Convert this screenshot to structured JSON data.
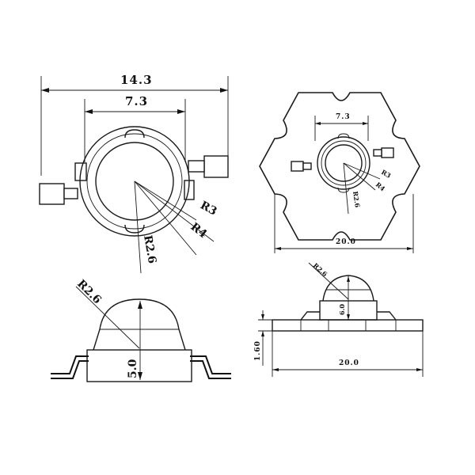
{
  "top_left_view": {
    "overall_width": "14.3",
    "inner_width": "7.3",
    "radius_outer": "R3",
    "radius_mid": "R4",
    "radius_lens": "R2.6"
  },
  "top_right_view": {
    "inner_width": "7.3",
    "radius_outer": "R3",
    "radius_mid": "R4",
    "radius_lens": "R2.6",
    "board_width": "20.0"
  },
  "bottom_left_view": {
    "radius_lens": "R2.6",
    "height": "5.0"
  },
  "bottom_right_view": {
    "radius_lens": "R2.6",
    "height": "6.0",
    "board_thickness": "1.60",
    "board_width": "20.0"
  }
}
